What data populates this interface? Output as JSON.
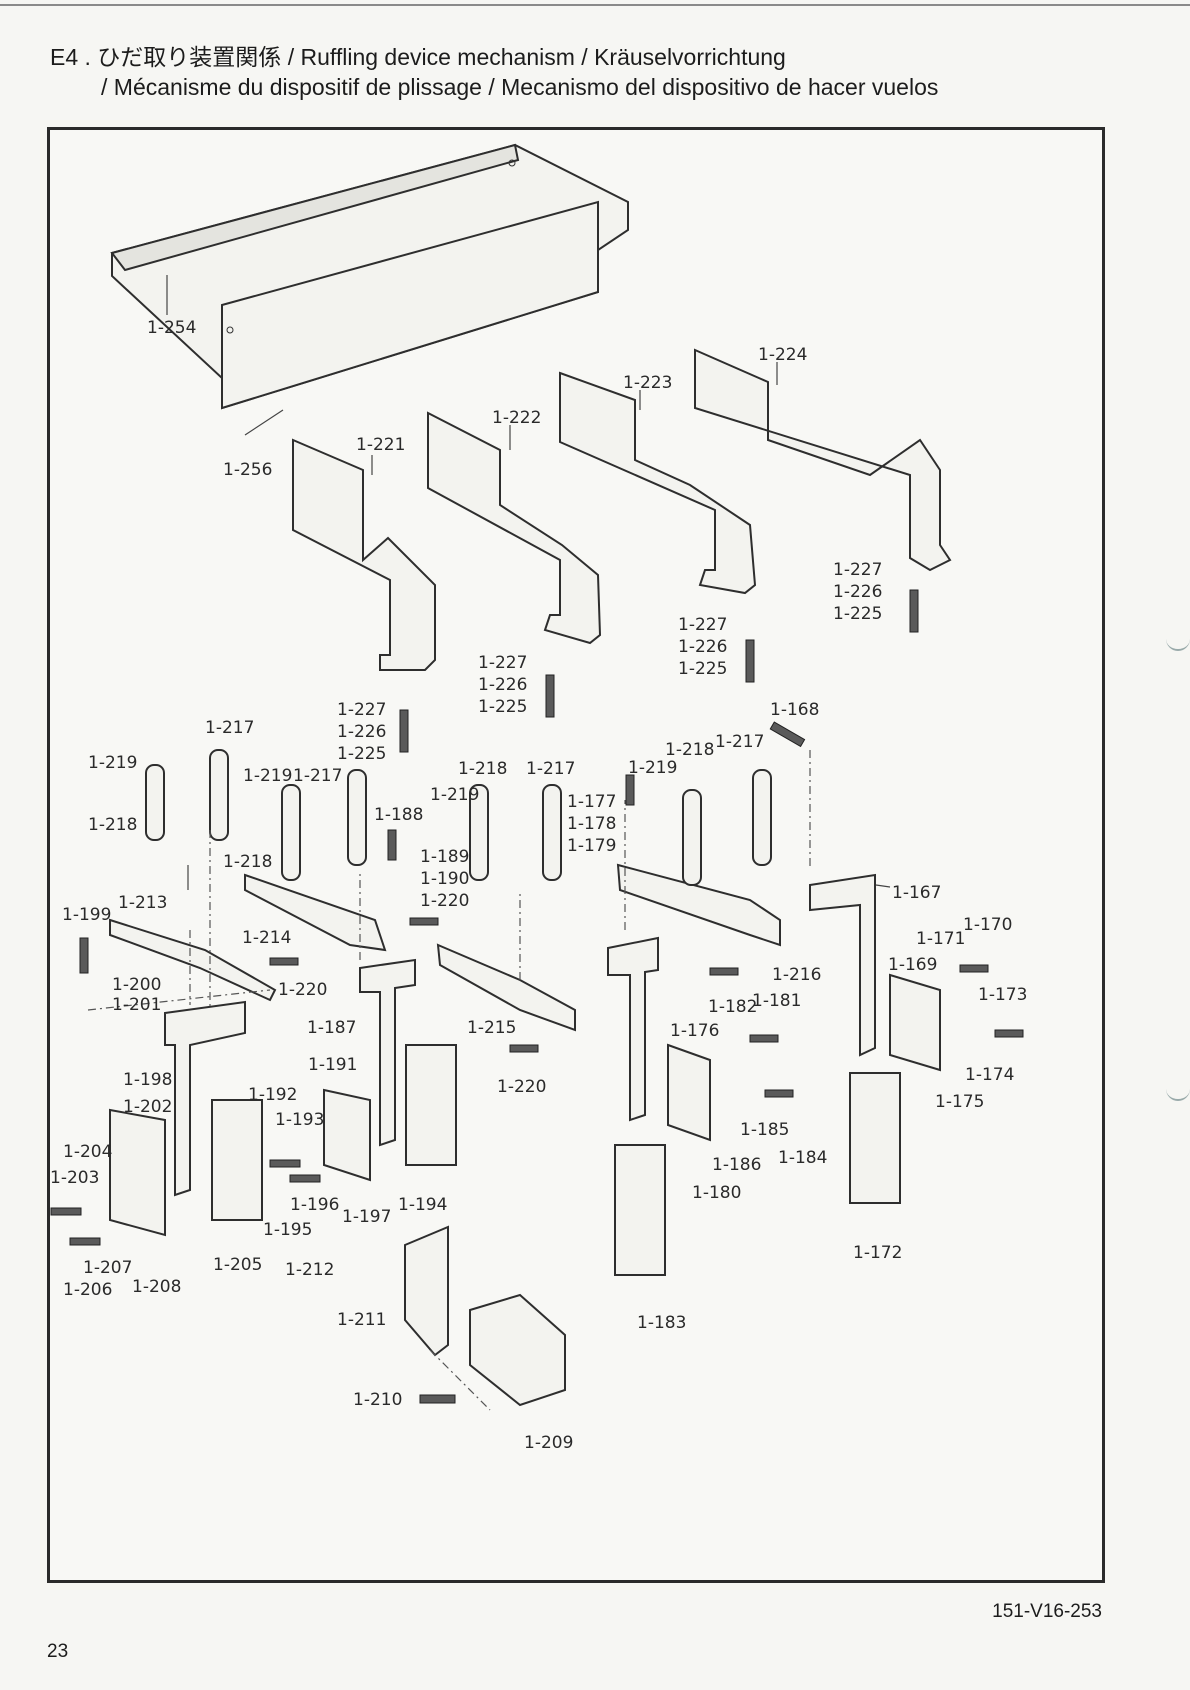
{
  "header": {
    "line1": "E4 . ひだ取り装置関係 / Ruffling device mechanism / Kräuselvorrichtung",
    "line2": "/ Mécanisme du dispositif de plissage / Mecanismo del dispositivo de hacer vuelos"
  },
  "footer": {
    "drawing_ref": "151-V16-253",
    "page_number": "23"
  },
  "callouts": [
    "1-254",
    "1-256",
    "1-221",
    "1-222",
    "1-223",
    "1-224",
    "1-227",
    "1-226",
    "1-225",
    "1-227",
    "1-226",
    "1-225",
    "1-227",
    "1-226",
    "1-225",
    "1-227",
    "1-226",
    "1-225",
    "1-168",
    "1-218",
    "1-217",
    "1-219",
    "1-177",
    "1-178",
    "1-179",
    "1-217",
    "1-219",
    "1-218",
    "1-219",
    "1-217",
    "1-218",
    "1-188",
    "1-189",
    "1-190",
    "1-220",
    "1-218",
    "1-219",
    "1-217",
    "1-167",
    "1-170",
    "1-171",
    "1-169",
    "1-173",
    "1-174",
    "1-175",
    "1-199",
    "1-213",
    "1-214",
    "1-220",
    "1-200",
    "1-201",
    "1-215",
    "1-220",
    "1-216",
    "1-182",
    "1-181",
    "1-176",
    "1-187",
    "1-191",
    "1-192",
    "1-193",
    "1-198",
    "1-202",
    "1-204",
    "1-203",
    "1-196",
    "1-197",
    "1-194",
    "1-195",
    "1-205",
    "1-207",
    "1-206",
    "1-208",
    "1-185",
    "1-184",
    "1-186",
    "1-180",
    "1-172",
    "1-183",
    "1-212",
    "1-211",
    "1-210",
    "1-209"
  ]
}
